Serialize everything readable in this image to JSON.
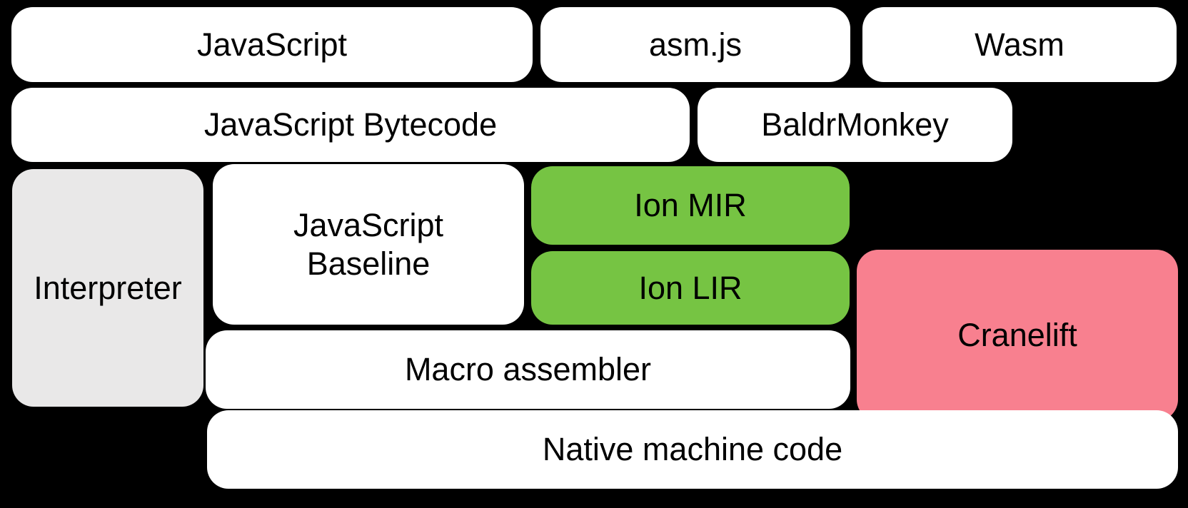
{
  "diagram": {
    "description_labels": {
      "javascript": "JavaScript",
      "asmjs": "asm.js",
      "wasm": "Wasm",
      "bytecode": "JavaScript Bytecode",
      "baldrmonkey": "BaldrMonkey",
      "interpreter": "Interpreter",
      "baseline_line1": "JavaScript",
      "baseline_line2": "Baseline",
      "ion_mir": "Ion MIR",
      "ion_lir": "Ion LIR",
      "cranelift": "Cranelift",
      "macro_assembler": "Macro assembler",
      "native_machine_code": "Native machine code"
    }
  },
  "colors": {
    "background": "#000000",
    "box_white": "#ffffff",
    "box_gray": "#e9e8e8",
    "box_green": "#76c443",
    "box_pink": "#f8808f",
    "text": "#000000"
  }
}
